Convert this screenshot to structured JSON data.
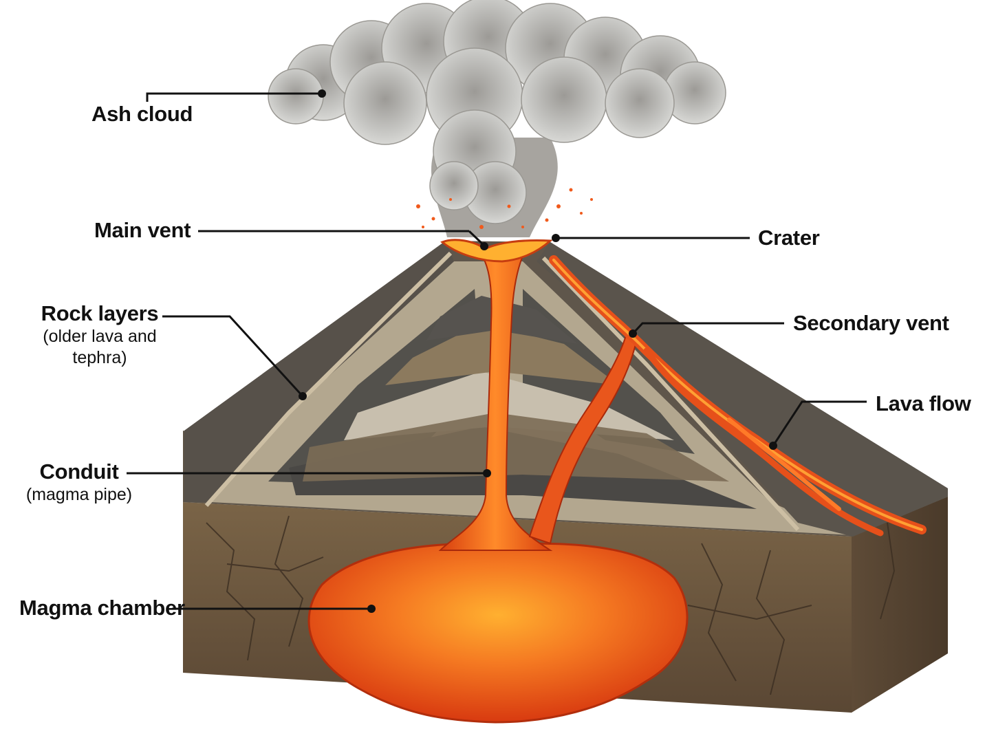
{
  "labels": {
    "ash_cloud": {
      "title": "Ash cloud"
    },
    "main_vent": {
      "title": "Main vent"
    },
    "crater": {
      "title": "Crater"
    },
    "rock_layers": {
      "title": "Rock layers",
      "sub1": "(older lava and",
      "sub2": "tephra)"
    },
    "secondary_vent": {
      "title": "Secondary vent"
    },
    "lava_flow": {
      "title": "Lava flow"
    },
    "conduit": {
      "title": "Conduit",
      "sub": "(magma pipe)"
    },
    "magma_chamber": {
      "title": "Magma chamber"
    }
  },
  "colors": {
    "lava": "#f2501a",
    "lava_bright": "#ffb030",
    "ash": "#c9c9c6",
    "ground": "#6b5640",
    "rock_dark": "#4f4d4a",
    "rock_light": "#b9ad98",
    "leader": "#111111"
  },
  "icons": [
    "leader-dot"
  ]
}
